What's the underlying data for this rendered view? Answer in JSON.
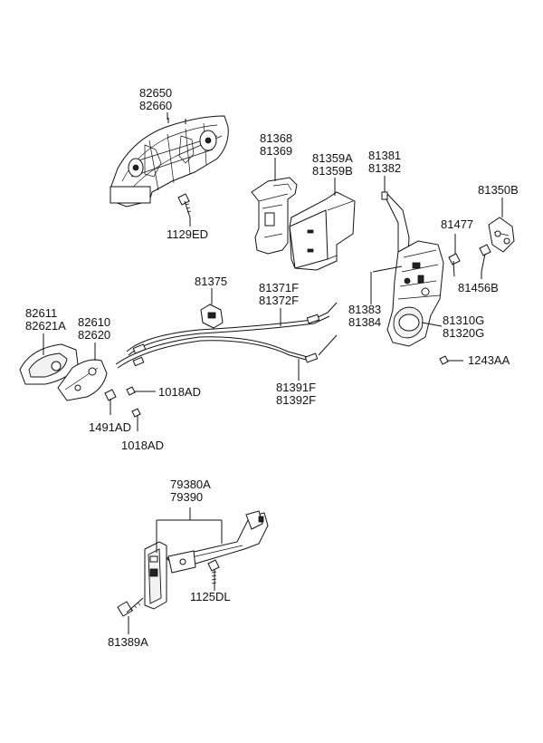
{
  "colors": {
    "ink": "#111111",
    "background": "#ffffff"
  },
  "parts": [
    {
      "id": "outside-handle",
      "numbers": [
        "82650",
        "82660"
      ]
    },
    {
      "id": "handle-screw",
      "numbers": [
        "1129ED"
      ]
    },
    {
      "id": "lock-bracket",
      "numbers": [
        "81368",
        "81369"
      ]
    },
    {
      "id": "lock-cover",
      "numbers": [
        "81359A",
        "81359B"
      ]
    },
    {
      "id": "lock-rod",
      "numbers": [
        "81381",
        "81382"
      ]
    },
    {
      "id": "striker",
      "numbers": [
        "81350B"
      ]
    },
    {
      "id": "striker-bolt",
      "numbers": [
        "81477"
      ]
    },
    {
      "id": "striker-screw",
      "numbers": [
        "81456B"
      ]
    },
    {
      "id": "cable-clip",
      "numbers": [
        "81375"
      ]
    },
    {
      "id": "upper-cable",
      "numbers": [
        "81371F",
        "81372F"
      ]
    },
    {
      "id": "inside-handle-bezel",
      "numbers": [
        "82611",
        "82621A"
      ]
    },
    {
      "id": "inside-handle",
      "numbers": [
        "82610",
        "82620"
      ]
    },
    {
      "id": "latch-rod",
      "numbers": [
        "81383",
        "81384"
      ]
    },
    {
      "id": "door-latch",
      "numbers": [
        "81310G",
        "81320G"
      ]
    },
    {
      "id": "latch-screw",
      "numbers": [
        "1243AA"
      ]
    },
    {
      "id": "handle-screw-a",
      "numbers": [
        "1018AD"
      ]
    },
    {
      "id": "lower-cable",
      "numbers": [
        "81391F",
        "81392F"
      ]
    },
    {
      "id": "handle-clip",
      "numbers": [
        "1491AD"
      ]
    },
    {
      "id": "handle-screw-b",
      "numbers": [
        "1018AD"
      ]
    },
    {
      "id": "door-checker",
      "numbers": [
        "79380A",
        "79390"
      ]
    },
    {
      "id": "checker-bolt",
      "numbers": [
        "1125DL"
      ]
    },
    {
      "id": "checker-screw",
      "numbers": [
        "81389A"
      ]
    }
  ]
}
